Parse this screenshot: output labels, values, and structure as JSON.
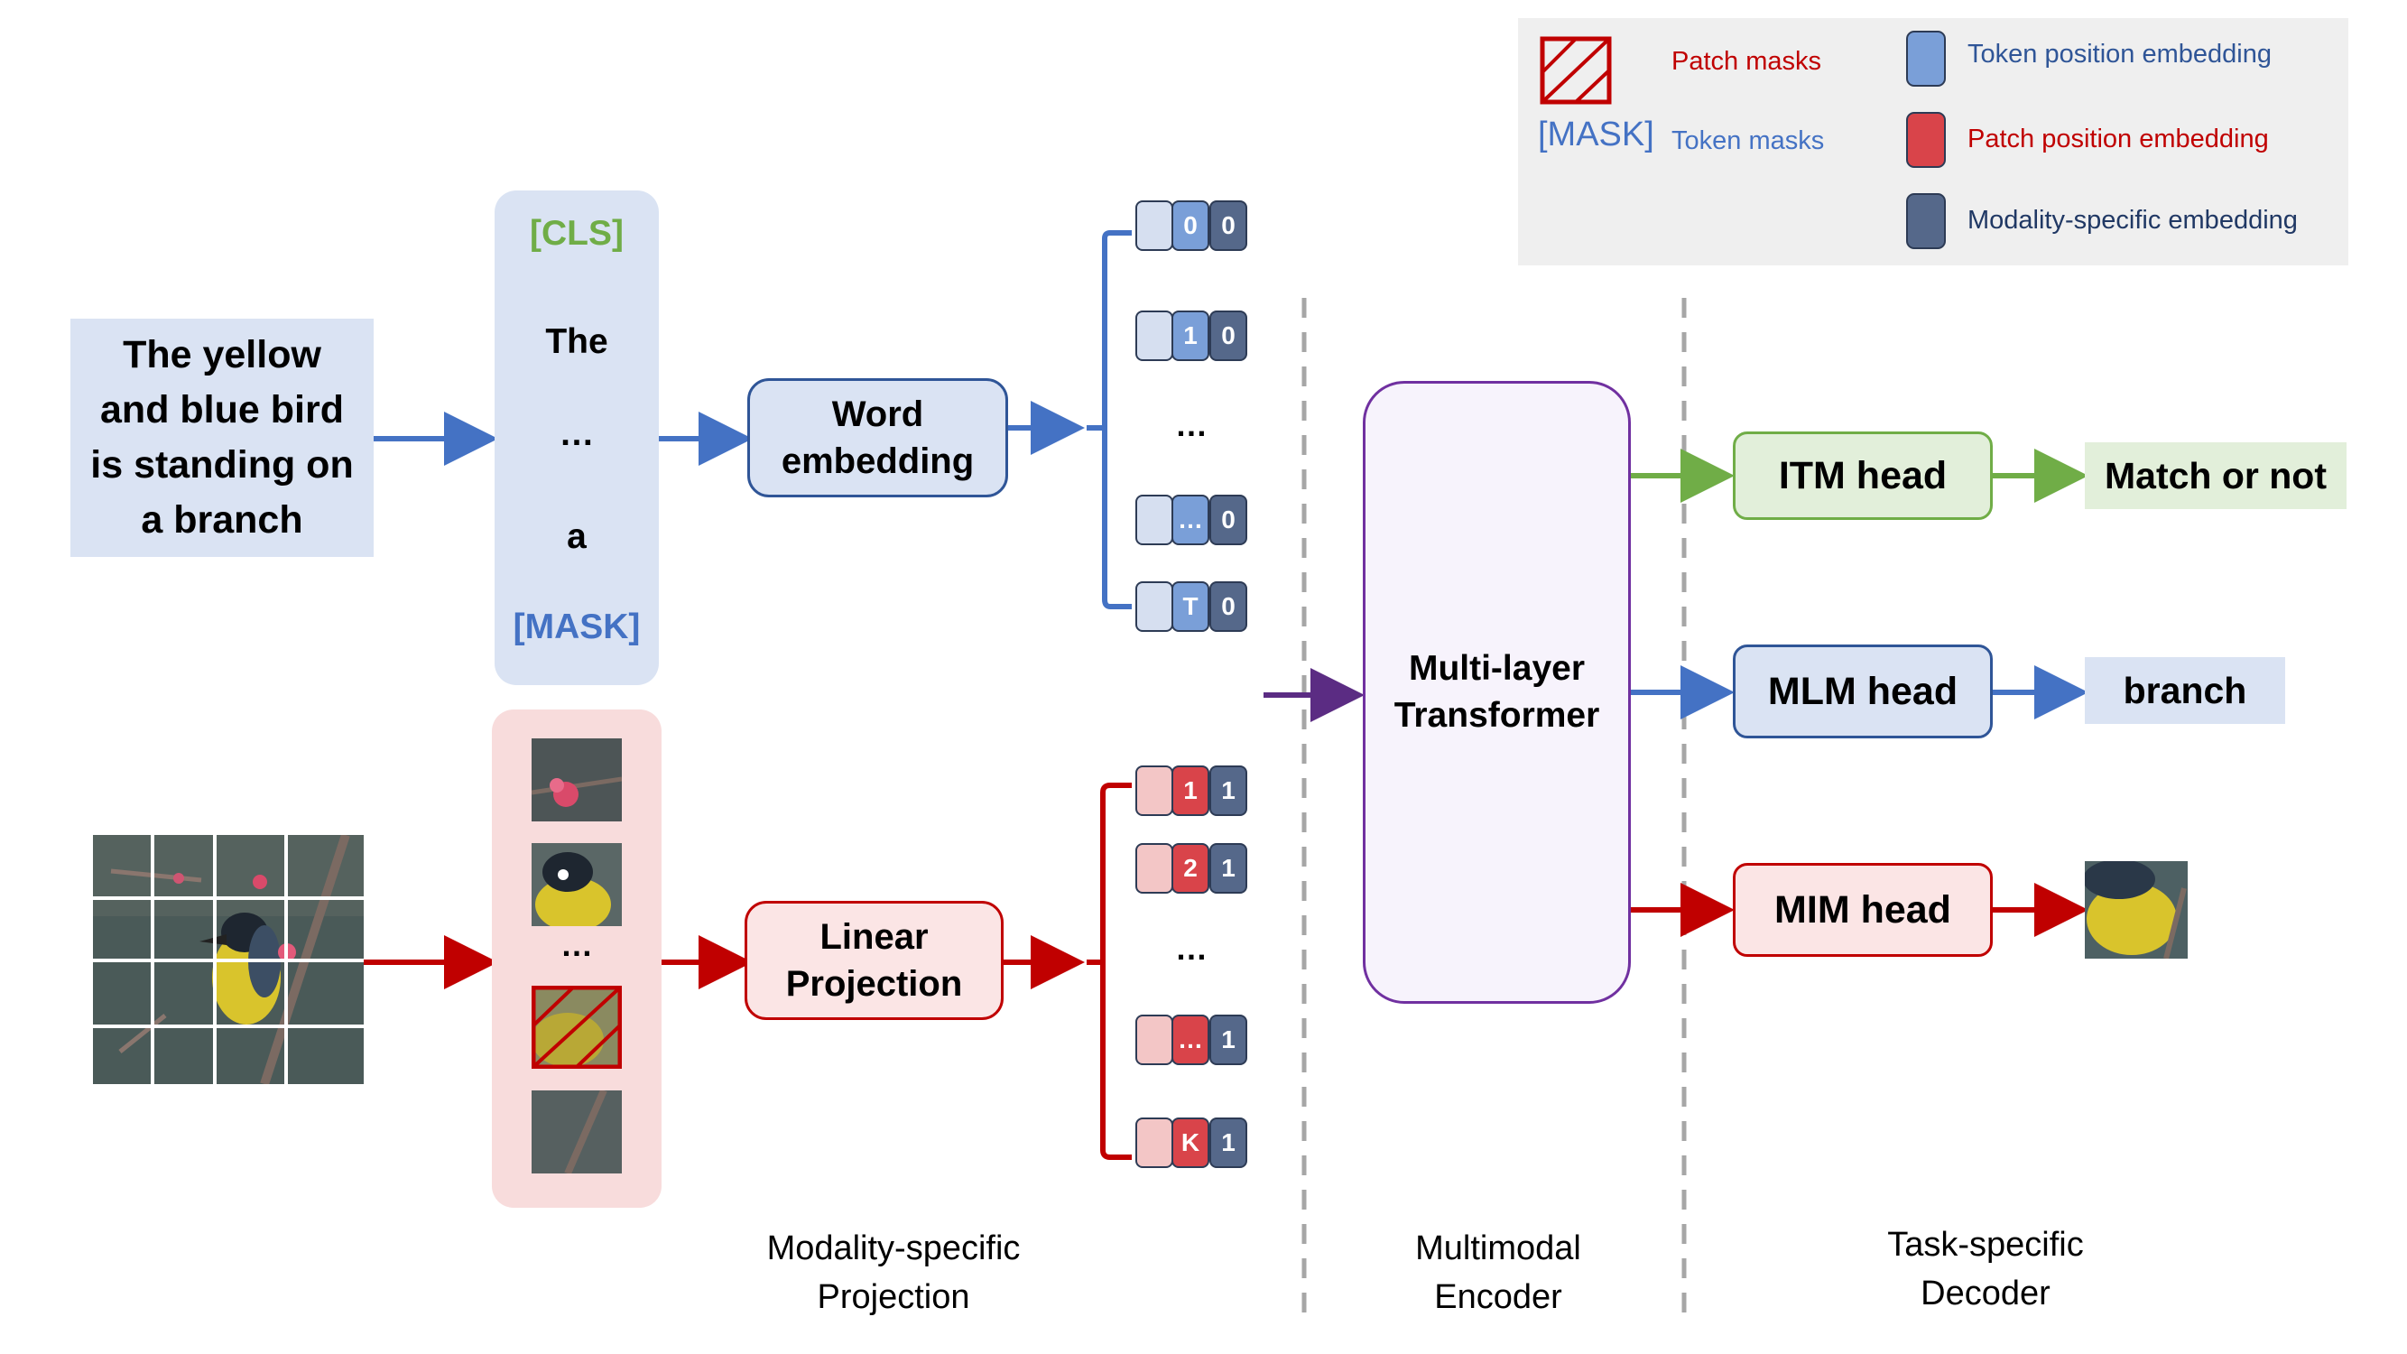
{
  "colors": {
    "text_blue": "#4472c4",
    "text_red": "#c00000",
    "green": "#70ad47",
    "purple": "#7030a0",
    "arrow_blue": "#4472c4",
    "arrow_red": "#c00000",
    "arrow_green": "#70ad47",
    "arrow_purple": "#5b2c83",
    "legend_bg": "#efefef",
    "token_light_blue": "#d6dff0",
    "token_blue": "#7a9fd8",
    "token_dark": "#55688a",
    "patch_light": "#f3c6c6",
    "patch_red": "#d9444a",
    "cls_green": "#70ad47"
  },
  "legend": {
    "patch_masks": "Patch masks",
    "mask_token": "[MASK]",
    "token_masks": "Token masks",
    "token_position": "Token position embedding",
    "patch_position": "Patch position embedding",
    "modality_specific": "Modality-specific embedding"
  },
  "input_text": {
    "line1": "The yellow",
    "line2": "and blue bird",
    "line3": "is standing on",
    "line4": "a branch"
  },
  "tokens": {
    "cls": "[CLS]",
    "the": "The",
    "ellipsis": "…",
    "a": "a",
    "mask": "[MASK]"
  },
  "word_embedding": {
    "line1": "Word",
    "line2": "embedding"
  },
  "linear_projection": {
    "line1": "Linear",
    "line2": "Projection"
  },
  "text_embeddings": {
    "rows": [
      {
        "pos": "0",
        "mod": "0"
      },
      {
        "pos": "1",
        "mod": "0"
      },
      {
        "pos": "…",
        "mod": "0"
      },
      {
        "pos": "T",
        "mod": "0"
      }
    ],
    "gap": "…"
  },
  "image_embeddings": {
    "rows": [
      {
        "pos": "1",
        "mod": "1"
      },
      {
        "pos": "2",
        "mod": "1"
      },
      {
        "pos": "…",
        "mod": "1"
      },
      {
        "pos": "K",
        "mod": "1"
      }
    ],
    "gap": "…"
  },
  "patch_list": {
    "ellipsis": "…"
  },
  "encoder": {
    "line1": "Multi-layer",
    "line2": "Transformer"
  },
  "heads": {
    "itm": "ITM head",
    "mlm": "MLM head",
    "mim": "MIM head"
  },
  "outputs": {
    "itm": "Match or not",
    "mlm": "branch"
  },
  "sections": {
    "projection_l1": "Modality-specific",
    "projection_l2": "Projection",
    "encoder_l1": "Multimodal",
    "encoder_l2": "Encoder",
    "decoder_l1": "Task-specific",
    "decoder_l2": "Decoder"
  }
}
